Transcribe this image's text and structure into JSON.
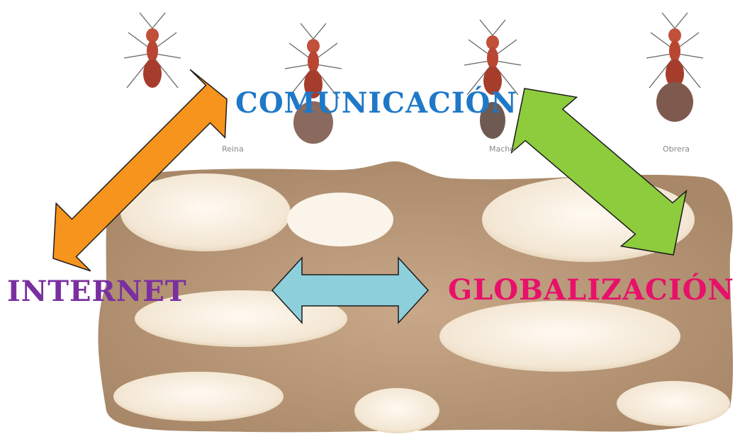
{
  "labels": {
    "comunicacion": "COMUNICACIÓN",
    "internet": "INTERNET",
    "globalizacion": "GLOBALIZACIÓN"
  },
  "ant_captions": [
    "Reina",
    "Macho",
    "Obrera"
  ],
  "colors": {
    "comunicacion": "#1f78c8",
    "internet": "#7a2fa0",
    "globalizacion": "#e8106a",
    "arrow_internet_comunicacion": "#f7941d",
    "arrow_comunicacion_globalizacion": "#8dcc3c",
    "arrow_internet_globalizacion": "#8ecfdc",
    "soil": "#b99777",
    "chamber": "#f7efe3"
  },
  "icons": [
    "ant-queen-icon",
    "ant-winged-icon",
    "ant-male-icon",
    "ant-worker-icon",
    "ant-colony-illustration"
  ]
}
